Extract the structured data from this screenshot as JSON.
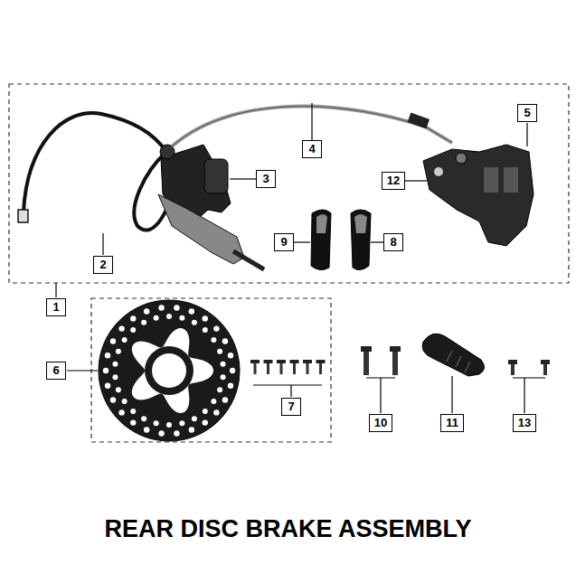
{
  "diagram": {
    "title": "REAR DISC BRAKE ASSEMBLY",
    "labels": [
      "5",
      "4",
      "3",
      "12",
      "9",
      "8",
      "2",
      "1",
      "6",
      "7",
      "10",
      "11",
      "13"
    ]
  }
}
